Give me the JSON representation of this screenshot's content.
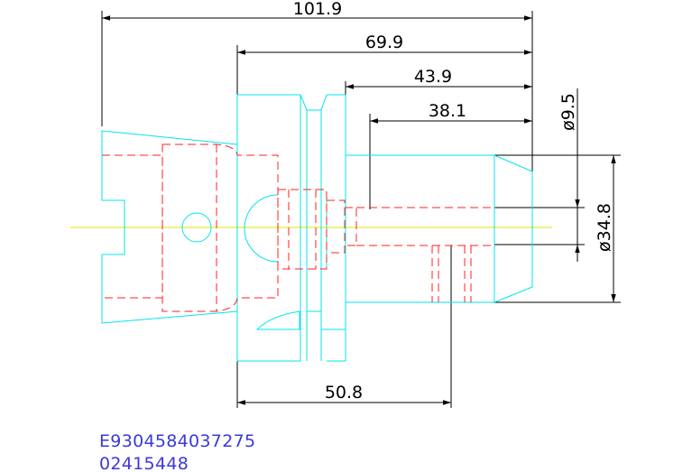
{
  "dimensions": {
    "overall_length": "101.9",
    "body_length": "69.9",
    "shank_length": "43.9",
    "bore_depth": "38.1",
    "gauge_length": "50.8",
    "bore_diameter": "ø9.5",
    "nose_diameter": "ø34.8"
  },
  "part_codes": {
    "line1": "E9304584037275",
    "line2": "02415448"
  },
  "colors": {
    "outline": "#00e5ee",
    "hidden_line": "#ff2222",
    "center_line": "#e6e600",
    "dimension": "#000000",
    "code_text": "#3a3ad8"
  }
}
